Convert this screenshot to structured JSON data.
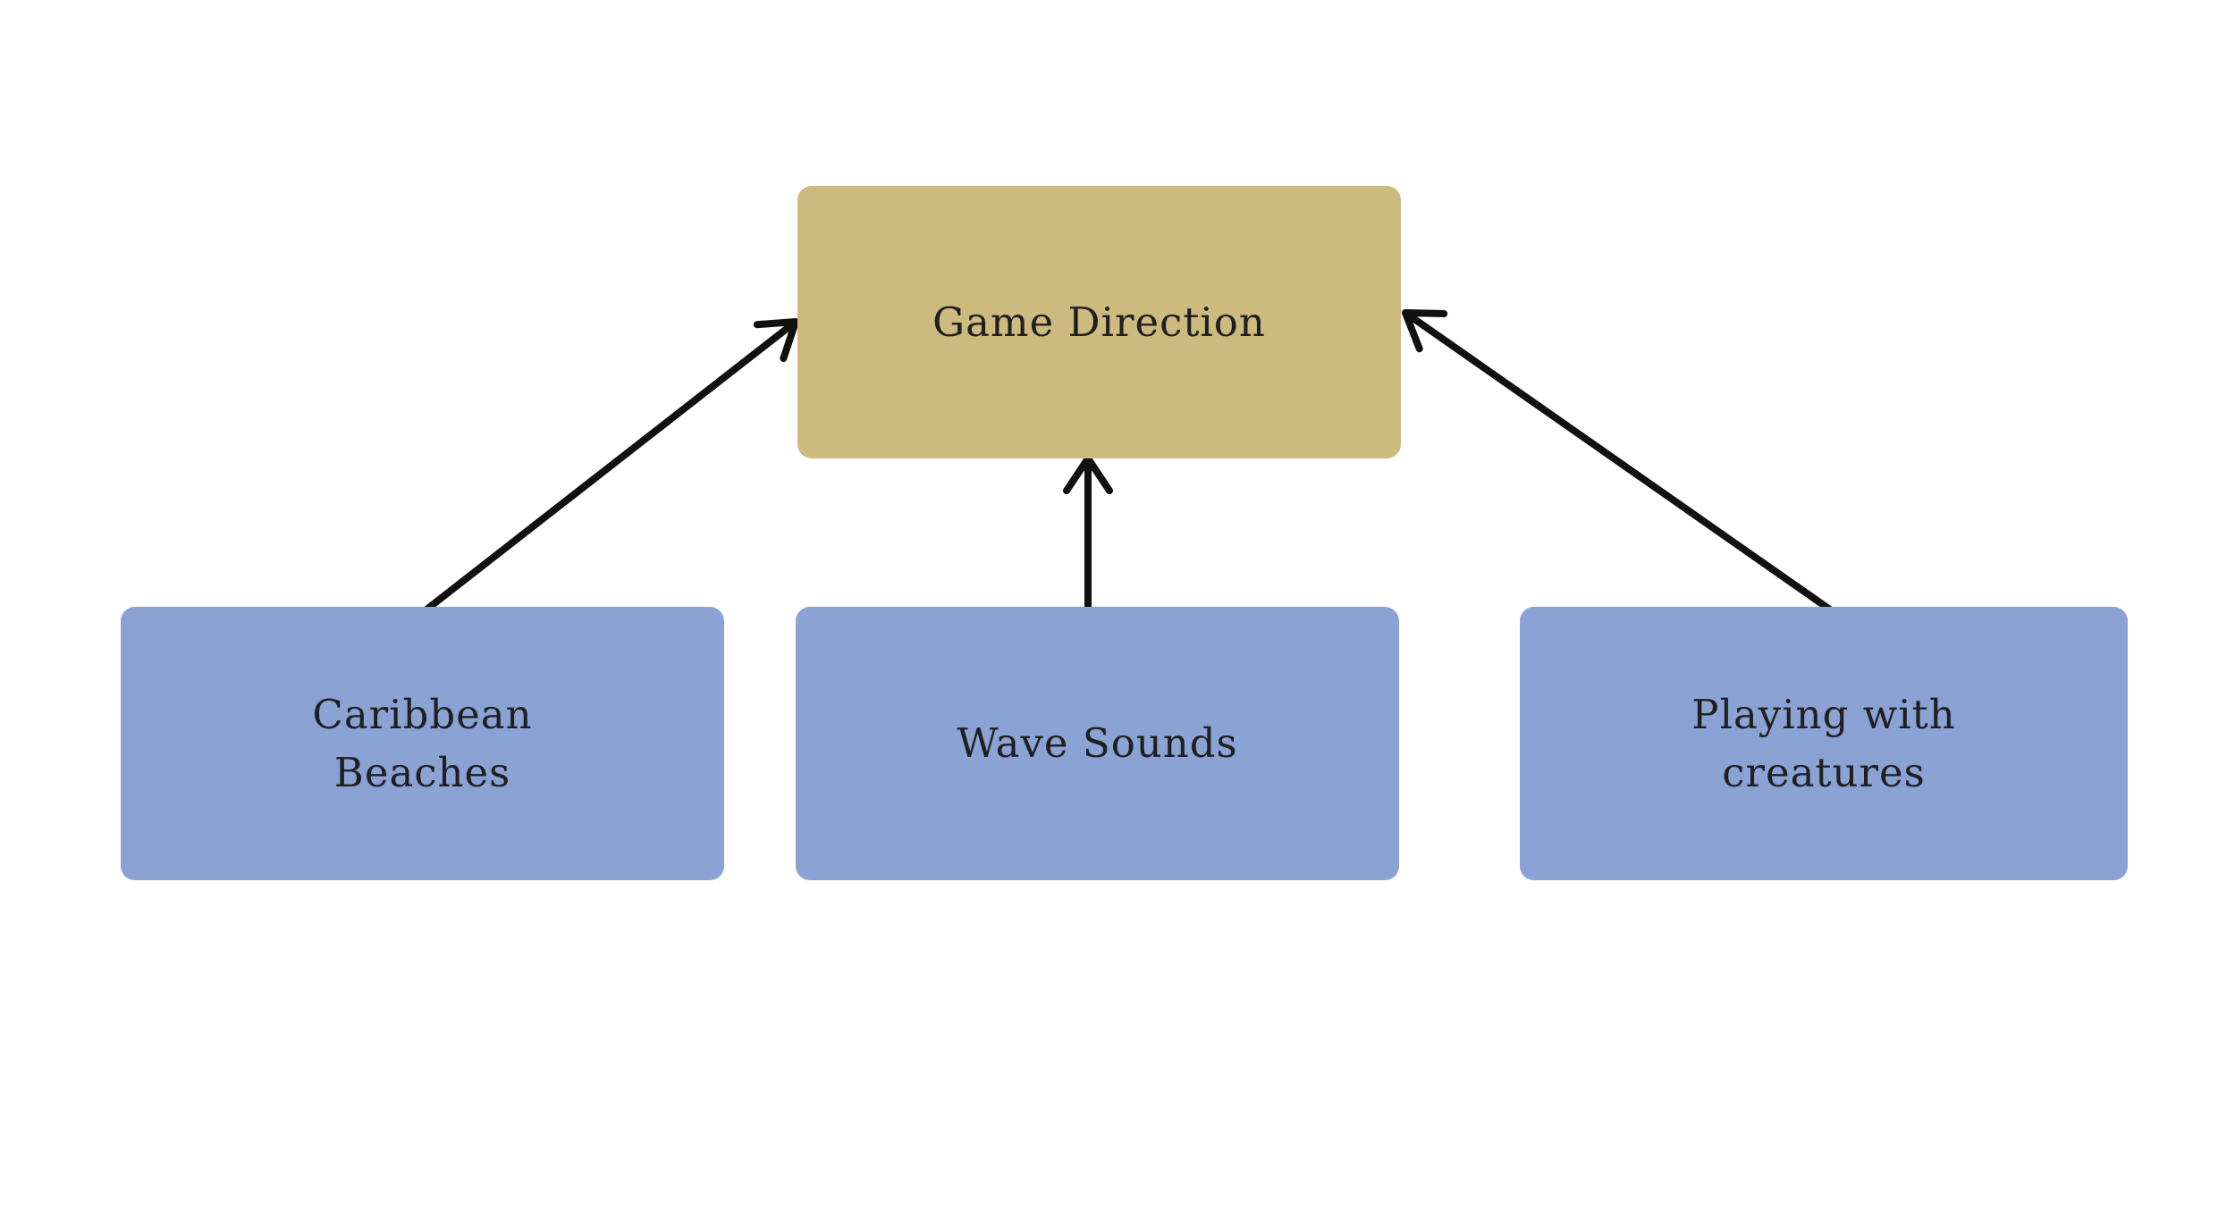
{
  "diagram": {
    "background_color": "#ffffff",
    "arrow_color": "#111111",
    "nodes": [
      {
        "id": "game-direction",
        "label": "Game Direction",
        "fill": "#cdba7f",
        "text_color": "#1f1f1f",
        "role": "central"
      },
      {
        "id": "caribbean-beaches",
        "label": "Caribbean\nBeaches",
        "fill": "#8ba2d4",
        "text_color": "#1f1f1f",
        "role": "child"
      },
      {
        "id": "wave-sounds",
        "label": "Wave Sounds",
        "fill": "#8ba2d4",
        "text_color": "#1f1f1f",
        "role": "child"
      },
      {
        "id": "playing-with-creatures",
        "label": "Playing with\ncreatures",
        "fill": "#8ba2d4",
        "text_color": "#1f1f1f",
        "role": "child"
      }
    ],
    "edges": [
      {
        "from": "caribbean-beaches",
        "to": "game-direction",
        "style": "arrow"
      },
      {
        "from": "wave-sounds",
        "to": "game-direction",
        "style": "arrow"
      },
      {
        "from": "playing-with-creatures",
        "to": "game-direction",
        "style": "arrow"
      }
    ]
  }
}
